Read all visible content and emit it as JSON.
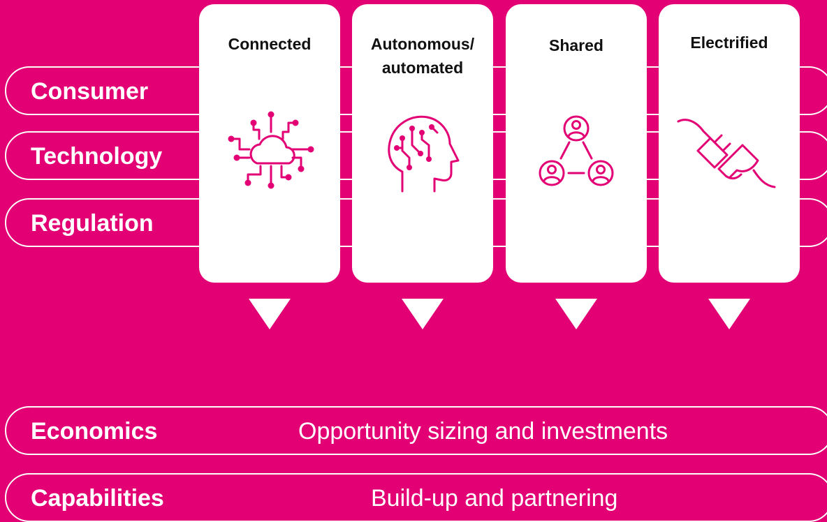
{
  "bands": [
    {
      "label": "Consumer"
    },
    {
      "label": "Technology"
    },
    {
      "label": "Regulation"
    }
  ],
  "cards": [
    {
      "title": "Connected",
      "icon": "cloud-network-icon"
    },
    {
      "title": "Autonomous/\nautomated",
      "icon": "ai-head-icon"
    },
    {
      "title": "Shared",
      "icon": "shared-users-icon"
    },
    {
      "title": "Electrified",
      "icon": "plug-icon"
    }
  ],
  "bottom": [
    {
      "label": "Economics",
      "description": "Opportunity sizing and investments"
    },
    {
      "label": "Capabilities",
      "description": "Build-up and partnering"
    }
  ],
  "colors": {
    "background": "#E20074",
    "foreground": "#FFFFFF",
    "icon": "#E20074"
  }
}
